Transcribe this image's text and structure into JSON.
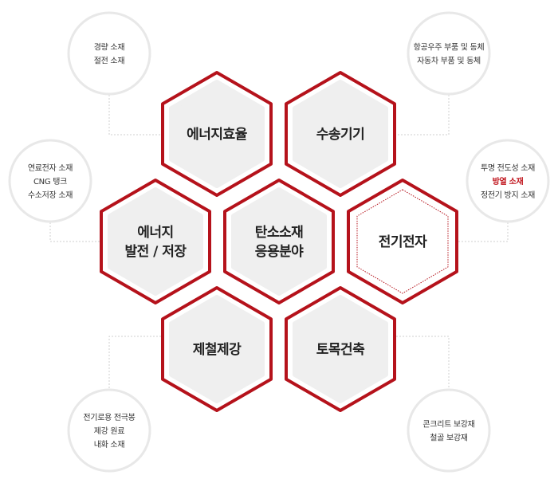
{
  "colors": {
    "accent": "#b5121b",
    "hex_fill": "#efefef",
    "circle_stroke": "#e8e8e8",
    "connector": "#cfcfcf"
  },
  "hexagons": [
    {
      "label": [
        "에너지효율"
      ]
    },
    {
      "label": [
        "수송기기"
      ]
    },
    {
      "label": [
        "에너지",
        "발전 / 저장"
      ]
    },
    {
      "label": [
        "탄소소재",
        "응용분야"
      ]
    },
    {
      "label": [
        "전기전자"
      ],
      "highlighted": true
    },
    {
      "label": [
        "제철제강"
      ]
    },
    {
      "label": [
        "토목건축"
      ]
    }
  ],
  "circles": [
    {
      "lines": [
        "경량 소재",
        "절전 소재"
      ]
    },
    {
      "lines": [
        "항공우주 부품 및 동체",
        "자동차 부품 및 동체"
      ]
    },
    {
      "lines": [
        "연료전자 소재",
        "CNG 탱크",
        "수소저장 소재"
      ]
    },
    {
      "lines": [
        "투명 전도성 소재",
        "방열 소재",
        "정전기 방지 소재"
      ],
      "highlight_line": 1
    },
    {
      "lines": [
        "전기로용 전극봉",
        "제강 원료",
        "내화 소재"
      ]
    },
    {
      "lines": [
        "콘크리트 보강재",
        "철골 보강재"
      ]
    }
  ]
}
